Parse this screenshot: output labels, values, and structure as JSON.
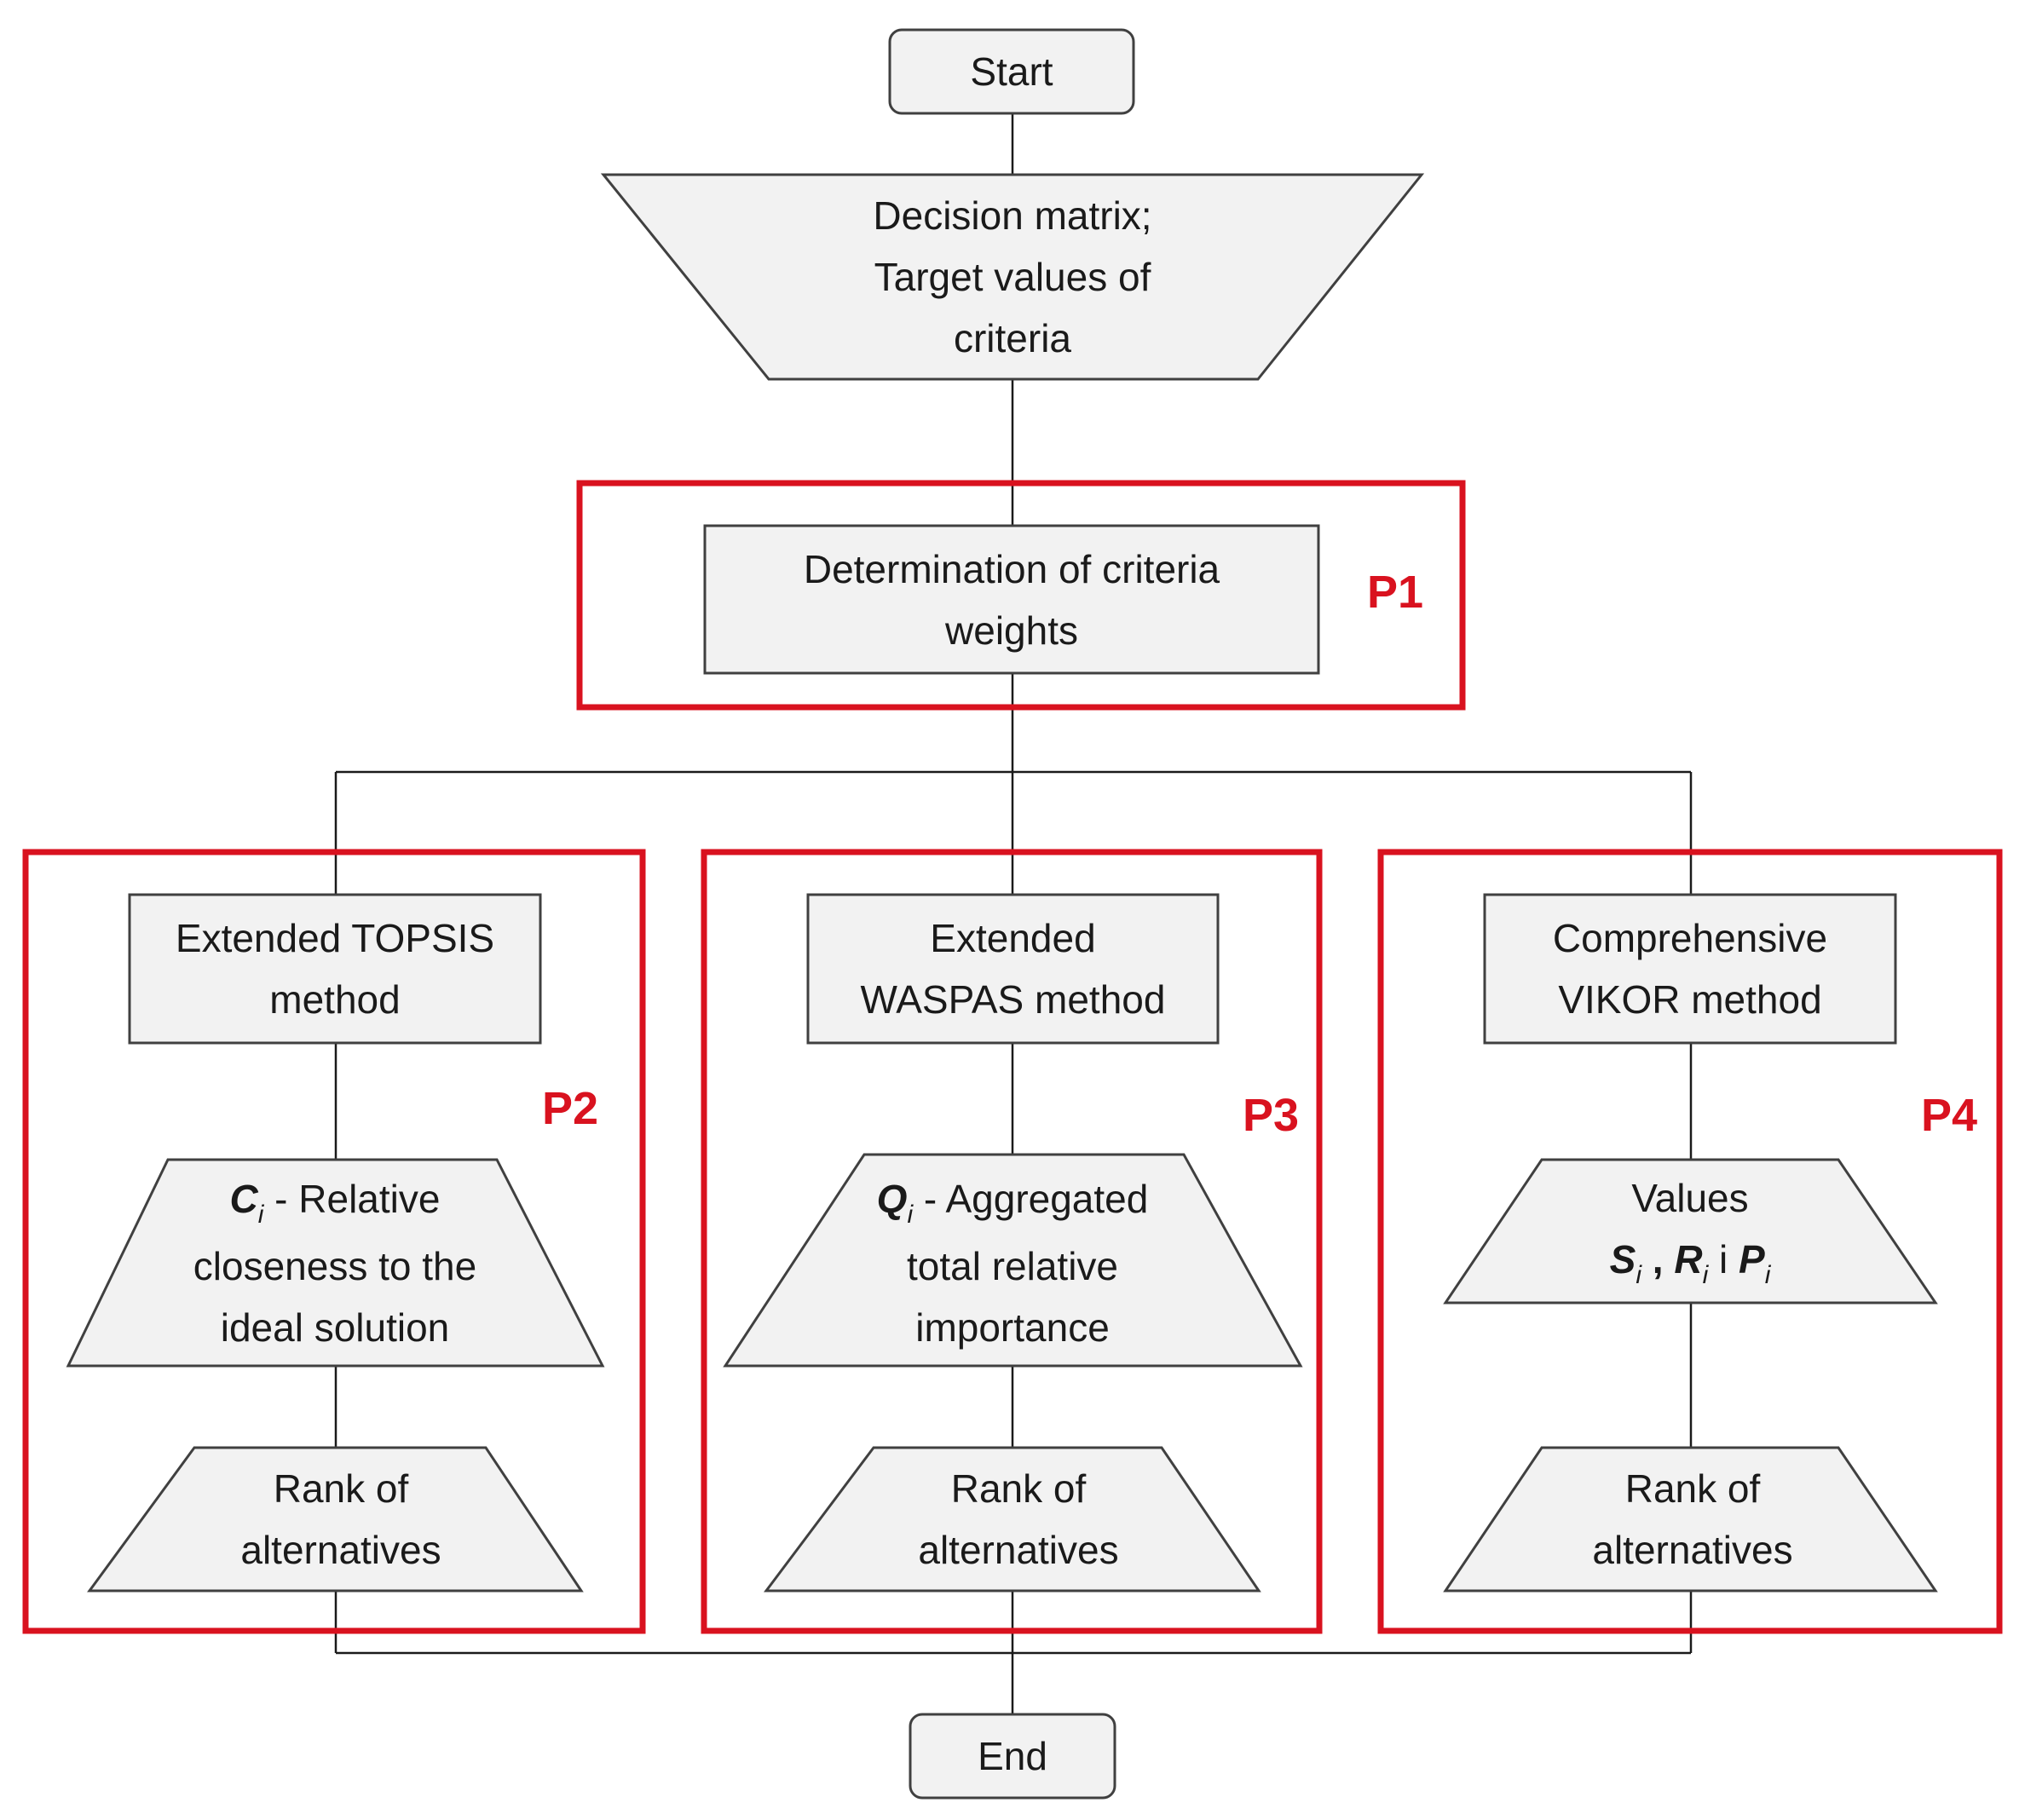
{
  "start": {
    "label": "Start"
  },
  "input": {
    "lines": [
      "Decision matrix;",
      "Target values of",
      "criteria"
    ]
  },
  "p1": {
    "tag": "P1",
    "lines": [
      "Determination of criteria",
      "weights"
    ]
  },
  "p2": {
    "tag": "P2",
    "method": [
      "Extended TOPSIS",
      "method"
    ],
    "output": {
      "symbol": "C",
      "sub": "i",
      "after": " - Relative",
      "lines": [
        "closeness to the",
        "ideal solution"
      ]
    },
    "rank": [
      "Rank of",
      "alternatives"
    ]
  },
  "p3": {
    "tag": "P3",
    "method": [
      "Extended",
      "WASPAS method"
    ],
    "output": {
      "symbol": "Q",
      "sub": "i",
      "after": " - Aggregated",
      "lines": [
        "total relative",
        "importance"
      ]
    },
    "rank": [
      "Rank of",
      "alternatives"
    ]
  },
  "p4": {
    "tag": "P4",
    "method": [
      "Comprehensive",
      "VIKOR method"
    ],
    "output": {
      "title": "Values",
      "s": "S",
      "r": "R",
      "p": "P",
      "sub": "i",
      "sep": " , ",
      "conj": " i "
    },
    "rank": [
      "Rank of",
      "alternatives"
    ]
  },
  "end": {
    "label": "End"
  }
}
